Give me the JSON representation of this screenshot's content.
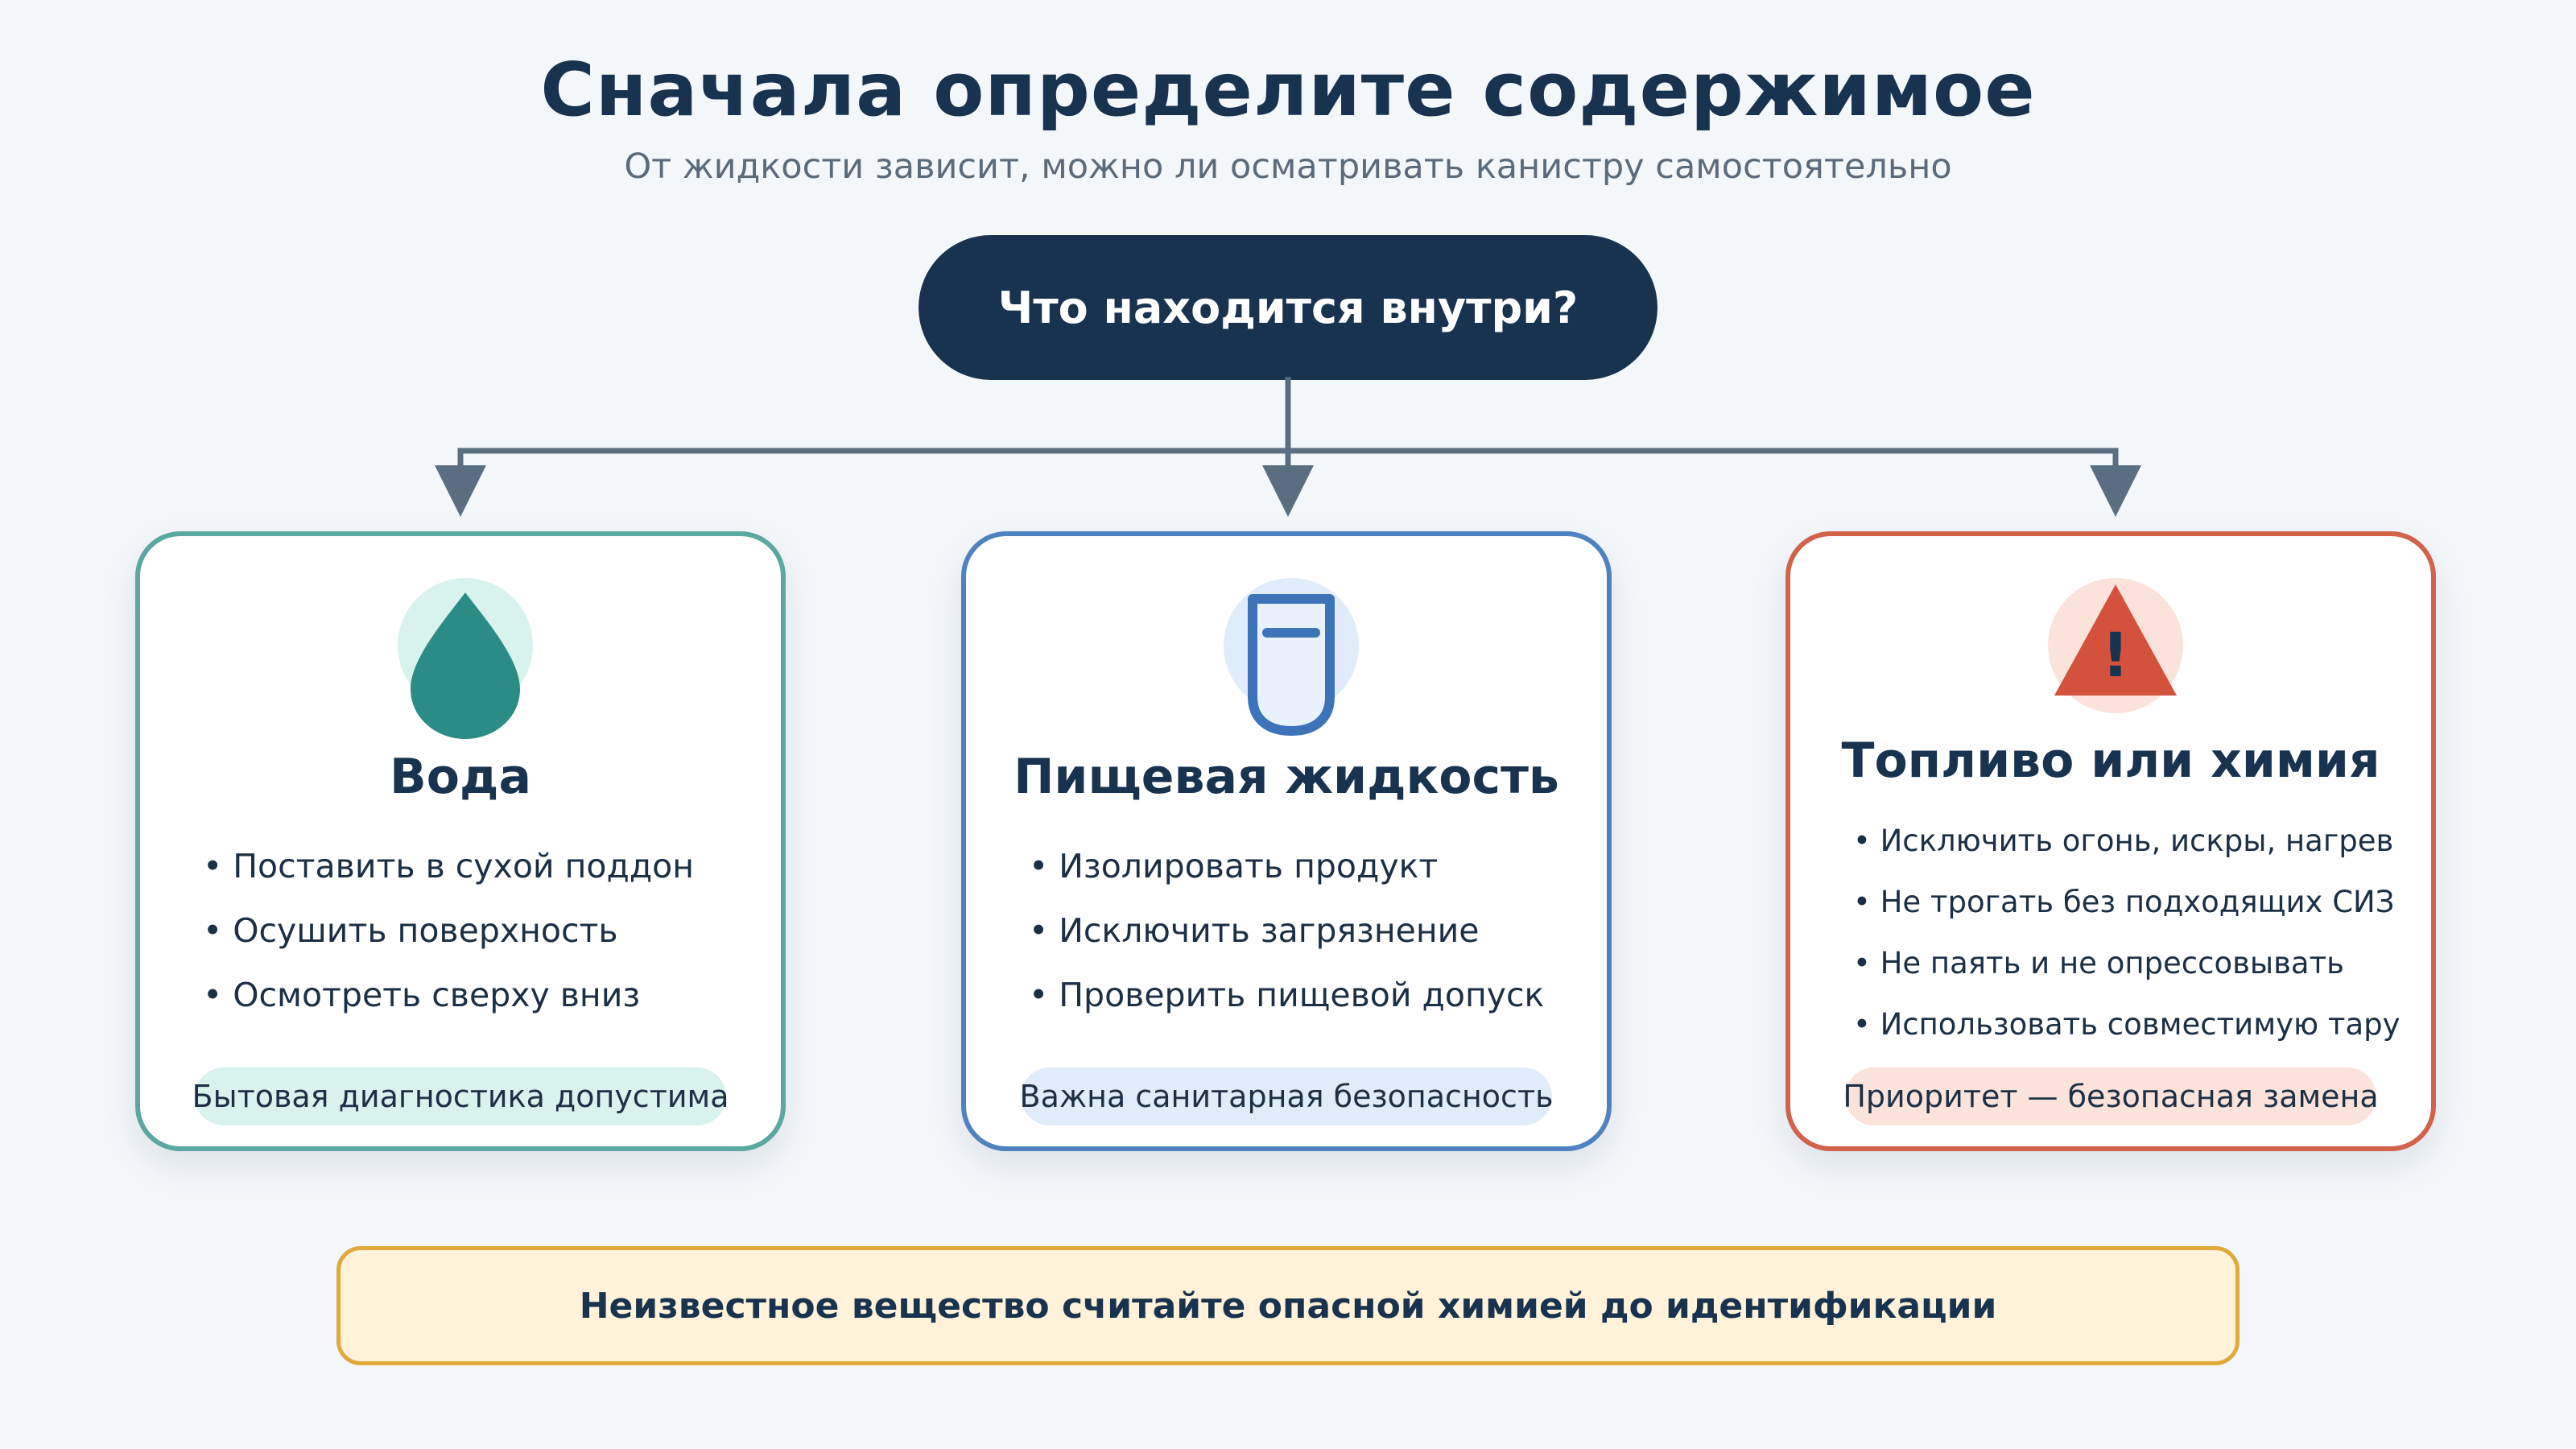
{
  "header": {
    "title": "Сначала определите содержимое",
    "subtitle": "От жидкости зависит, можно ли осматривать канистру самостоятельно"
  },
  "question": "Что находится внутри?",
  "cards": [
    {
      "icon": "water-drop-icon",
      "title": "Вода",
      "items": [
        "• Поставить в сухой поддон",
        "• Осушить поверхность",
        "• Осмотреть сверху вниз"
      ],
      "note": "Бытовая диагностика допустима",
      "color": "#5aa8a0"
    },
    {
      "icon": "food-container-icon",
      "title": "Пищевая жидкость",
      "items": [
        "• Изолировать продукт",
        "• Исключить загрязнение",
        "• Проверить пищевой допуск"
      ],
      "note": "Важна санитарная безопасность",
      "color": "#4f82c0"
    },
    {
      "icon": "warning-triangle-icon",
      "title": "Топливо или химия",
      "items": [
        "• Исключить огонь, искры, нагрев",
        "• Не трогать без подходящих СИЗ",
        "• Не паять и не опрессовывать",
        "• Использовать совместимую тару"
      ],
      "note": "Приоритет — безопасная замена",
      "color": "#d2624a",
      "icon_glyph": "!"
    }
  ],
  "footer_note": "Неизвестное вещество считайте опасной химией до идентификации"
}
